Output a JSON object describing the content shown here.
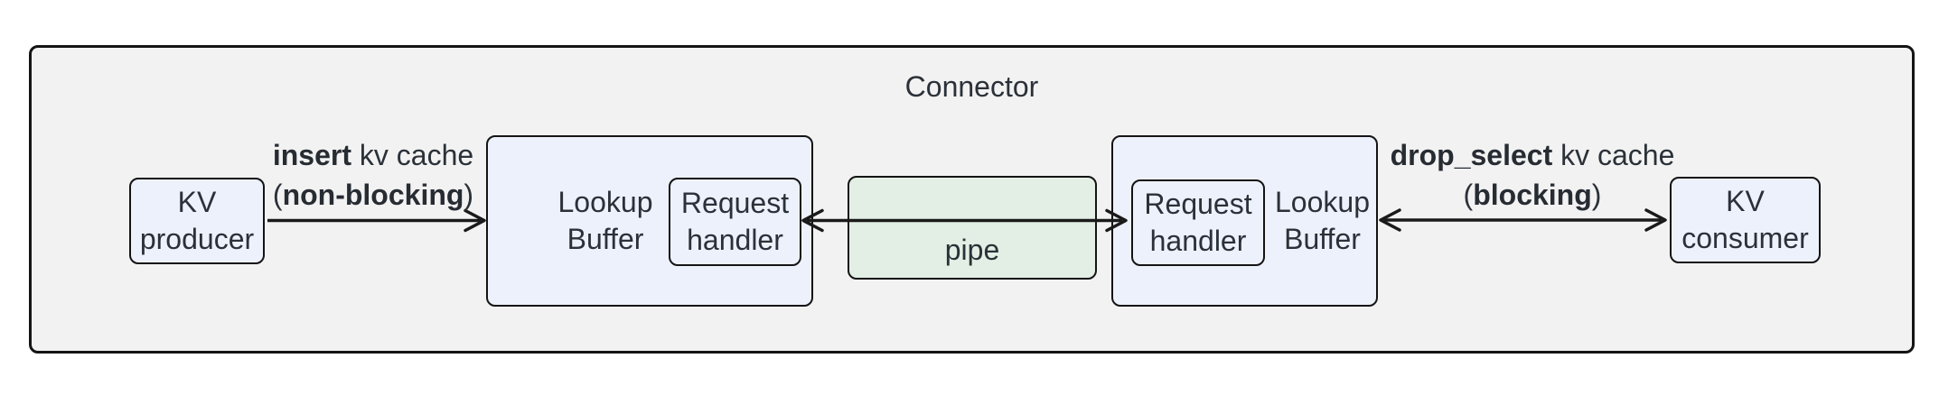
{
  "diagram": {
    "title": "Connector",
    "nodes": {
      "kv_producer": {
        "label": "KV\nproducer"
      },
      "lookup_buffer_left": {
        "label": "Lookup\nBuffer"
      },
      "request_handler_left": {
        "label": "Request\nhandler"
      },
      "pipe": {
        "label": "pipe"
      },
      "request_handler_right": {
        "label": "Request\nhandler"
      },
      "lookup_buffer_right": {
        "label": "Lookup\nBuffer"
      },
      "kv_consumer": {
        "label": "KV\nconsumer"
      }
    },
    "edges": {
      "insert": {
        "bold": "insert",
        "rest": " kv cache",
        "open": "(",
        "bold2": "non-blocking",
        "close": ")"
      },
      "drop_select": {
        "bold": "drop_select",
        "rest": " kv cache",
        "open": "(",
        "bold2": "blocking",
        "close": ")"
      }
    },
    "colors": {
      "outer_fill": "#f2f2f2",
      "node_fill": "#edf1fb",
      "pipe_fill": "#e3efe4",
      "border": "#141414",
      "text": "#2b3138"
    }
  }
}
